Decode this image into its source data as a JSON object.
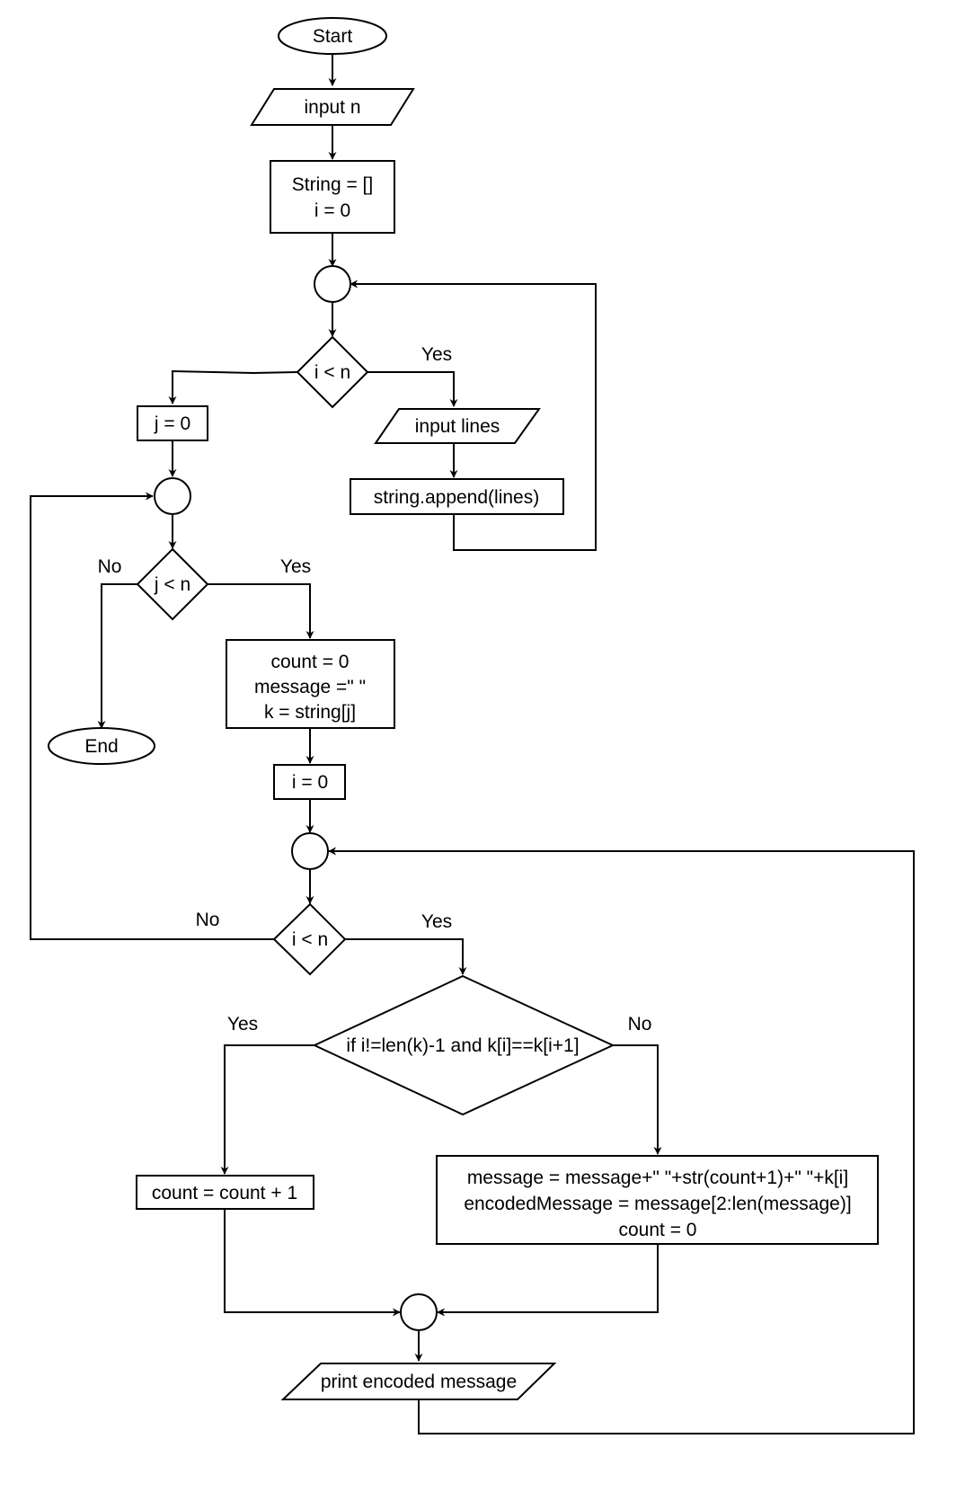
{
  "nodes": {
    "start": "Start",
    "input_n": "input n",
    "init": [
      "String = []",
      "i = 0"
    ],
    "cond_i_n_1": "i < n",
    "input_lines": "input lines",
    "append": "string.append(lines)",
    "j_init": "j = 0",
    "cond_j_n": "j < n",
    "end": "End",
    "block_count": [
      "count = 0",
      "message =\" \"",
      "k = string[j]"
    ],
    "i_init": "i = 0",
    "cond_i_n_2": "i < n",
    "cond_if": "if i!=len(k)-1 and k[i]==k[i+1]",
    "count_inc": "count = count + 1",
    "block_message": [
      "message = message+\" \"+str(count+1)+\" \"+k[i]",
      "encodedMessage = message[2:len(message)]",
      "count = 0"
    ],
    "print": "print encoded message"
  },
  "edge_labels": {
    "cond_i_n_1_yes": "Yes",
    "cond_j_n_no": "No",
    "cond_j_n_yes": "Yes",
    "cond_i_n_2_no": "No",
    "cond_i_n_2_yes": "Yes",
    "cond_if_yes": "Yes",
    "cond_if_no": "No"
  }
}
